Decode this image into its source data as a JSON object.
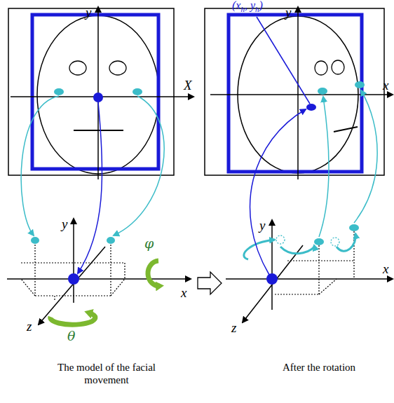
{
  "diagram": {
    "labels": [
      "(x",
      "h",
      ", y",
      "h",
      ")",
      "y",
      "X",
      "y",
      "x",
      "y",
      "φ",
      "x",
      "z",
      "θ",
      "y",
      "x",
      "z",
      "The model of the facial movement",
      "After the rotation"
    ]
  }
}
